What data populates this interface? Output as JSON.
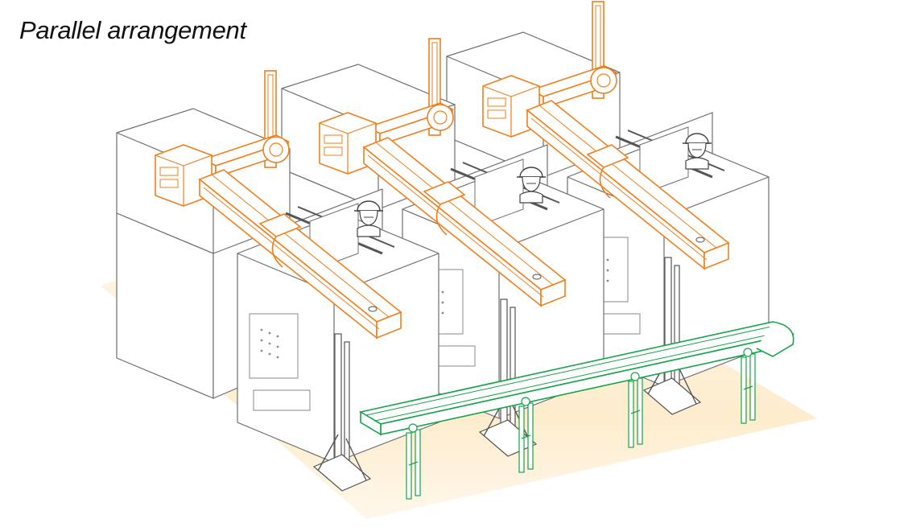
{
  "title": "Parallel arrangement",
  "colors": {
    "machine_line": "#6f6f6f",
    "robot": "#f07f1c",
    "conveyor": "#16a34a",
    "floor": "#fde9c4",
    "background": "#ffffff"
  },
  "counts": {
    "molding_machines": 3,
    "robots": 3,
    "operators": 3,
    "conveyors": 1
  }
}
